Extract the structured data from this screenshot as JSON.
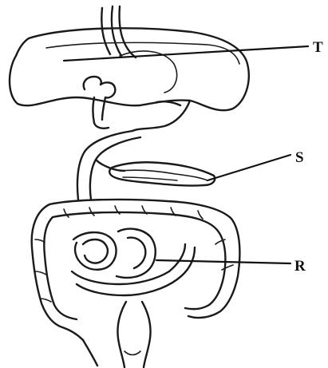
{
  "labels": {
    "t": "T",
    "s": "S",
    "r": "R"
  },
  "colors": {
    "ink": "#1a1a1a",
    "background": "#ffffff"
  }
}
